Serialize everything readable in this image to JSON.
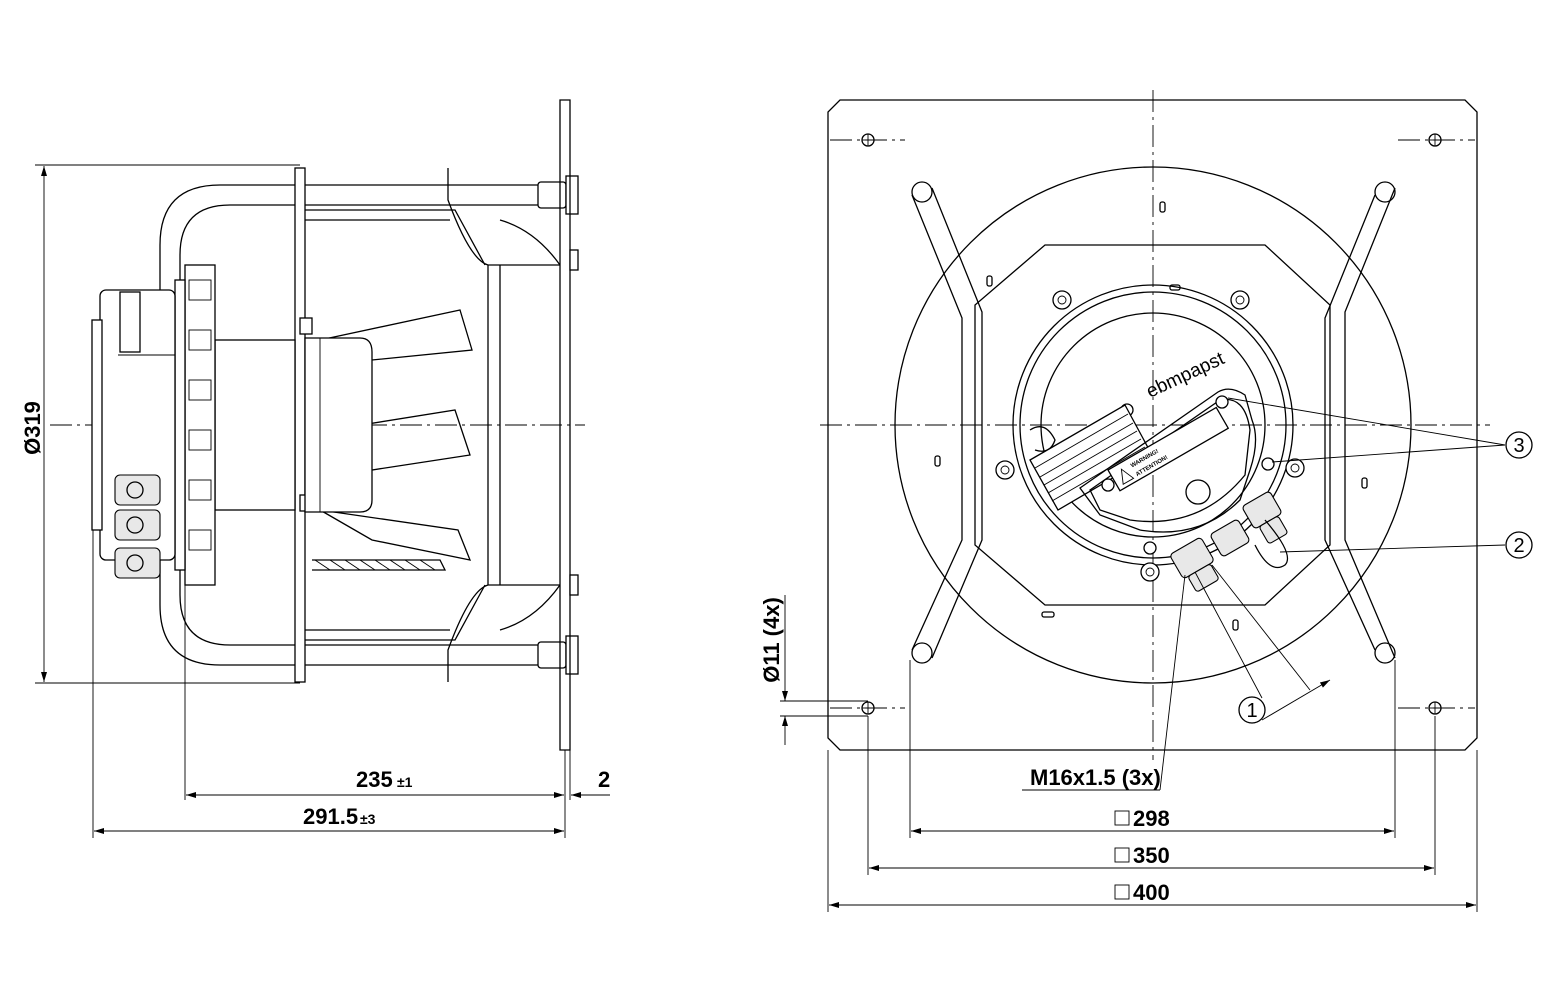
{
  "side_view": {
    "dim_diameter": "Ø319",
    "dim_length_main": "235",
    "dim_length_main_tol": "±1",
    "dim_length_total": "291.5",
    "dim_length_total_tol": "±3",
    "dim_flange": "2"
  },
  "front_view": {
    "logo_text": "ebmpapst",
    "warning_label_1": "WARNING!",
    "warning_label_2": "ATTENTION!",
    "dim_hole": "Ø11 (4x)",
    "dim_cable_gland": "M16x1.5 (3x)",
    "dim_298": "298",
    "dim_350": "350",
    "dim_400": "400",
    "callout_1": "1",
    "callout_2": "2",
    "callout_3": "3"
  }
}
